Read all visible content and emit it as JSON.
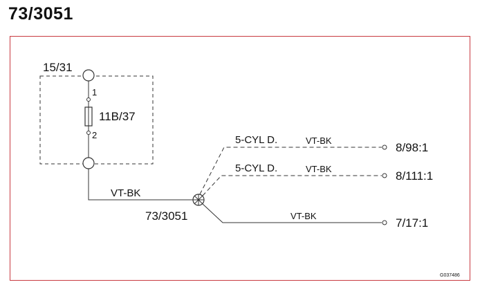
{
  "title": "73/3051",
  "colors": {
    "frame": "#c8393f",
    "line": "#333333"
  },
  "diagram": {
    "connector_top": "15/31",
    "fuse": {
      "name": "11B/37",
      "pin_top": "1",
      "pin_bottom": "2"
    },
    "splice": "73/3051",
    "main_wire": "VT-BK",
    "branches": [
      {
        "variant": "5-CYL D.",
        "wire": "VT-BK",
        "terminal": "8/98:1"
      },
      {
        "variant": "5-CYL D.",
        "wire": "VT-BK",
        "terminal": "8/111:1"
      },
      {
        "variant": "",
        "wire": "VT-BK",
        "terminal": "7/17:1"
      }
    ],
    "drawing_code": "G037486"
  }
}
